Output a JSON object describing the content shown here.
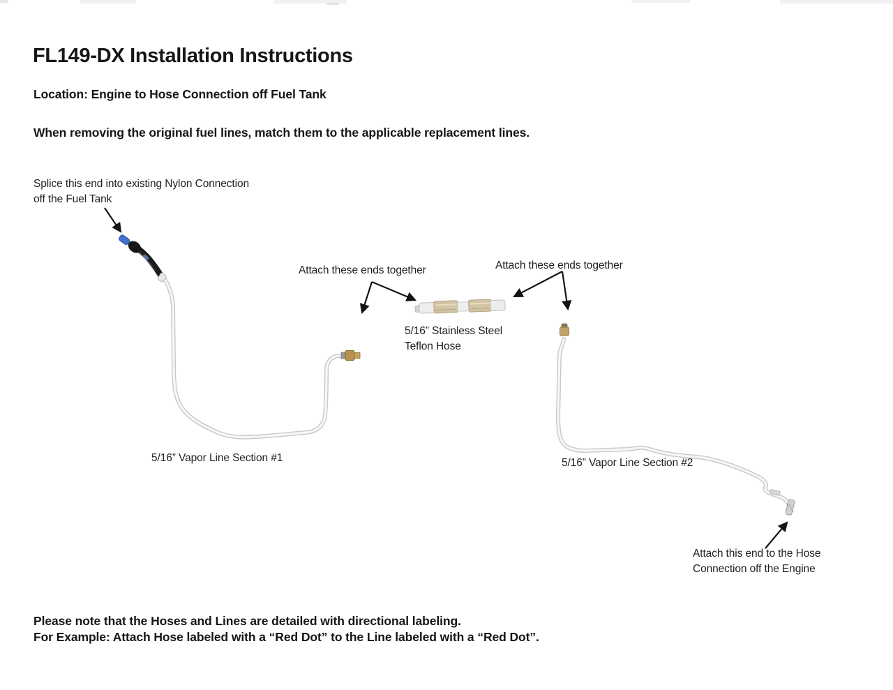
{
  "page": {
    "title": "FL149-DX Installation Instructions",
    "location_line": "Location: Engine to Hose Connection off Fuel Tank",
    "intro_line": "When removing the original fuel lines, match them to the applicable replacement lines."
  },
  "annotations": {
    "splice_note": {
      "line1": "Splice this end into existing Nylon Connection",
      "line2": "off the Fuel Tank"
    },
    "attach_left_label": "Attach these ends together",
    "attach_right_label": "Attach these ends together",
    "teflon_hose_label": {
      "line1": "5/16” Stainless Steel",
      "line2": "Teflon Hose"
    },
    "vapor_line_1_label": "5/16” Vapor Line Section #1",
    "vapor_line_2_label": "5/16” Vapor Line Section #2",
    "engine_note": {
      "line1": "Attach this end to the Hose",
      "line2": "Connection off the Engine"
    }
  },
  "footer": {
    "line1": "Please note that the Hoses and Lines are detailed with directional labeling.",
    "line2": "For Example: Attach Hose labeled with a “Red Dot” to the Line labeled with a “Red Dot”."
  },
  "parts": {
    "fuel_tank_connector": "nylon quick-connector with blue retainer",
    "vapor_line_1": "5/16 inch vapor line section 1",
    "teflon_hose": "5/16 inch stainless steel teflon hose",
    "vapor_line_2": "5/16 inch vapor line section 2",
    "engine_end_fitting": "hose connection end to engine"
  },
  "colors": {
    "text": "#1b1b1b",
    "arrow": "#141414",
    "tube_edge": "#c6c9cb",
    "tube_fill": "#f7f7f7",
    "hose_black": "#1c1c1e",
    "connector_blue": "#3f74cf",
    "brass": "#b5924f",
    "braid_tan": "#d2c5a4"
  }
}
